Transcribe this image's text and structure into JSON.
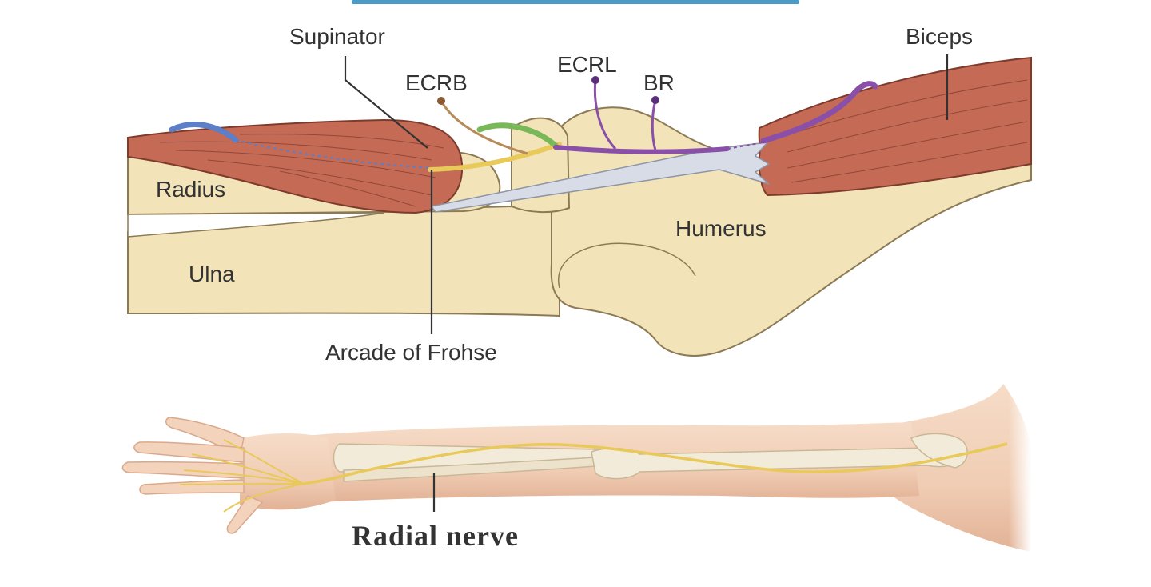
{
  "labels": {
    "supinator": "Supinator",
    "ecrb": "ECRB",
    "ecrl": "ECRL",
    "br": "BR",
    "biceps": "Biceps",
    "radius": "Radius",
    "ulna": "Ulna",
    "humerus": "Humerus",
    "arcade_of_frohse": "Arcade of Frohse",
    "radial_nerve": "Radial nerve"
  },
  "colors": {
    "bone": "#F2E4B8",
    "bone_outline": "#8C7A55",
    "muscle": "#C46A55",
    "muscle_line": "#7E3B2D",
    "tendon": "#D8DCE6",
    "nerve_yellow": "#E8C95A",
    "nerve_purple": "#8A4FA8",
    "nerve_blue": "#5C7FC8",
    "nerve_green": "#78B858",
    "nerve_brown": "#B88A58",
    "skin": "#F3D3BC",
    "skin_shadow": "#D9A98C",
    "top_bar": "#4A9AC8"
  }
}
